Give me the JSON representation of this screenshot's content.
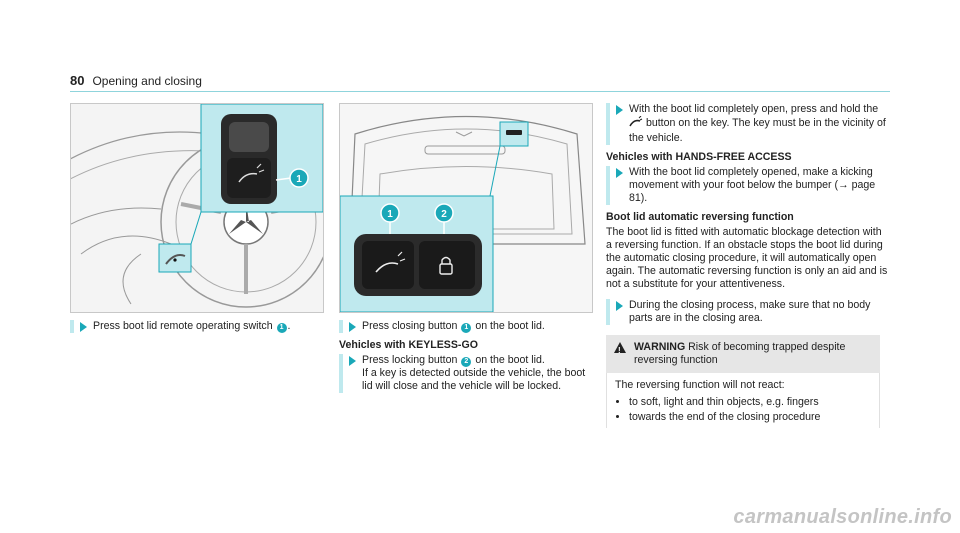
{
  "header": {
    "page_number": "80",
    "title": "Opening and closing"
  },
  "figure1": {
    "callout": "1"
  },
  "figure2": {
    "callout1": "1",
    "callout2": "2"
  },
  "col1": {
    "step1": {
      "text_a": "Press boot lid remote operating switch",
      "badge": "1",
      "text_b": "."
    }
  },
  "col2": {
    "step1": {
      "text_a": "Press closing button",
      "badge": "1",
      "text_b": "on the boot lid."
    },
    "heading": "Vehicles with KEYLESS-GO",
    "step2": {
      "text_a": "Press locking button",
      "badge": "2",
      "text_b": "on the boot lid.",
      "text_c": "If a key is detected outside the vehicle, the boot lid will close and the vehicle will be locked."
    }
  },
  "col3": {
    "step1": {
      "text_a": "With the boot lid completely open, press and hold the",
      "icon": "boot-lid-icon",
      "text_b": "button on the key. The key must be in the vicinity of the vehicle."
    },
    "heading1": "Vehicles with HANDS-FREE ACCESS",
    "step2": "With the boot lid completely opened, make a kicking movement with your foot below the bumper (→ page 81).",
    "heading2": "Boot lid automatic reversing function",
    "para": "The boot lid is fitted with automatic blockage detection with a reversing function. If an obstacle stops the boot lid during the automatic closing procedure, it will automatically open again. The automatic reversing function is only an aid and is not a substitute for your attentiveness.",
    "step3": "During the closing process, make sure that no body parts are in the closing area.",
    "warning": {
      "label": "WARNING",
      "title": "Risk of becoming trapped despite reversing function",
      "intro": "The reversing function will not react:",
      "items": [
        "to soft, light and thin objects, e.g. fingers",
        "towards the end of the closing procedure"
      ]
    }
  },
  "watermark": "carmanualsonline.info",
  "colors": {
    "accent": "#1aa8b8",
    "highlight": "#bfe9ee"
  }
}
